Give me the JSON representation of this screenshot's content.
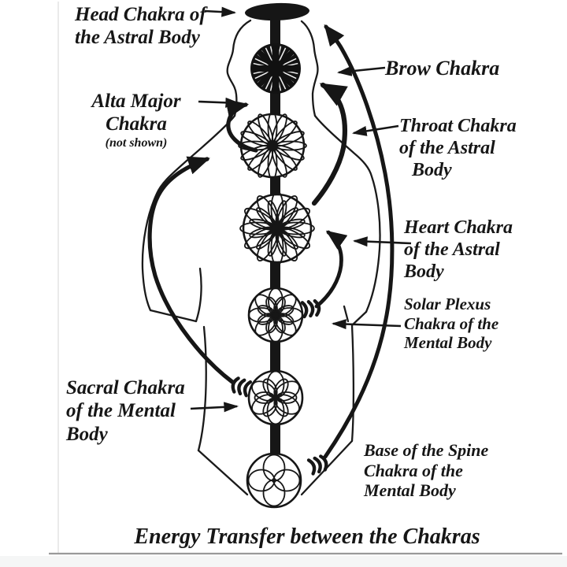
{
  "title": "Energy Transfer between the Chakras",
  "colors": {
    "ink": "#161616",
    "background": "#ffffff",
    "rule": "#9a9a9a"
  },
  "labels": {
    "head_chakra": {
      "line1": "Head Chakra of",
      "line2": "the Astral Body"
    },
    "brow_chakra": {
      "line1": "Brow Chakra"
    },
    "alta_major": {
      "line1": "Alta Major",
      "line2": "Chakra",
      "note": "(not shown)"
    },
    "throat_chakra": {
      "line1": "Throat Chakra",
      "line2": "of the Astral",
      "line3": "Body"
    },
    "heart_chakra": {
      "line1": "Heart Chakra",
      "line2": "of the Astral",
      "line3": "Body"
    },
    "solar_plexus": {
      "line1": "Solar Plexus",
      "line2": "Chakra of the",
      "line3": "Mental Body"
    },
    "sacral_chakra": {
      "line1": "Sacral Chakra",
      "line2": "of the Mental",
      "line3": "Body"
    },
    "base_chakra": {
      "line1": "Base of the Spine",
      "line2": "Chakra of the",
      "line3": "Mental Body"
    }
  },
  "figure": {
    "chakra_nodes": [
      "head (crown) ellipse",
      "brow",
      "throat",
      "heart",
      "solar plexus",
      "sacral",
      "base of spine"
    ],
    "energy_transfers": [
      "base of spine -> head chakra (long arc up right side)",
      "sacral -> throat chakra (arc up left side)",
      "solar plexus -> heart chakra (short arc)",
      "heart -> brow chakra (arc on right of spine)",
      "throat loop -> alta major region"
    ]
  }
}
